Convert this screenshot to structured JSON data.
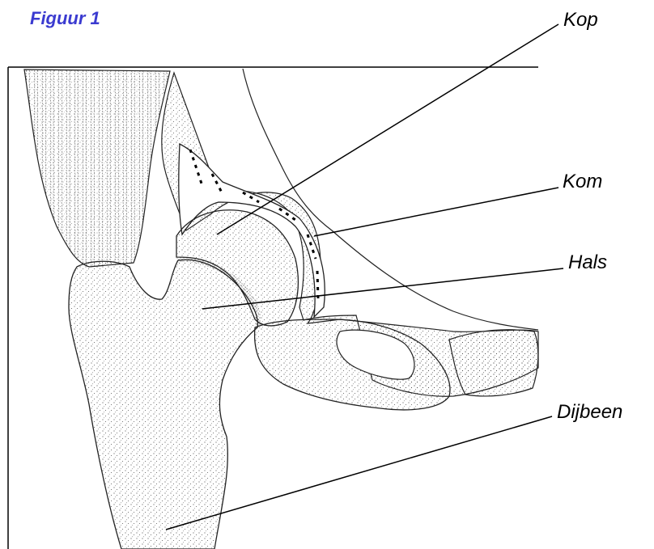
{
  "figure": {
    "title": "Figuur 1",
    "title_color": "#3b3bd0"
  },
  "labels": {
    "kop": "Kop",
    "kom": "Kom",
    "hals": "Hals",
    "dijbeen": "Dijbeen"
  }
}
